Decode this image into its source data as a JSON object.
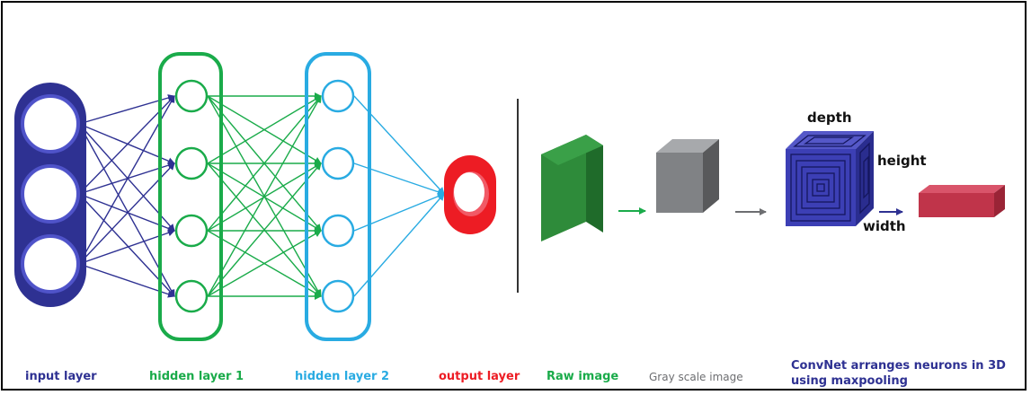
{
  "colors": {
    "input": "#2e3192",
    "hidden1": "#1aab4a",
    "hidden2": "#29abe2",
    "output": "#ed1c24",
    "raw": "#2e8b3a",
    "gray": "#6d6e71",
    "conv": "#3c3fb5",
    "pool": "#c0344a"
  },
  "captions": {
    "input_layer": "input layer",
    "hidden_layer_1": "hidden layer 1",
    "hidden_layer_2": "hidden layer 2",
    "output_layer": "output layer",
    "raw_image": "Raw image",
    "gray_scale_image": "Gray scale image",
    "convnet_line1": "ConvNet arranges neurons in 3D",
    "convnet_line2": "using maxpooling"
  },
  "dimension_labels": {
    "depth": "depth",
    "height": "height",
    "width": "width"
  },
  "network": {
    "input_neurons": 3,
    "hidden1_neurons": 4,
    "hidden2_neurons": 4,
    "output_neurons": 1
  }
}
